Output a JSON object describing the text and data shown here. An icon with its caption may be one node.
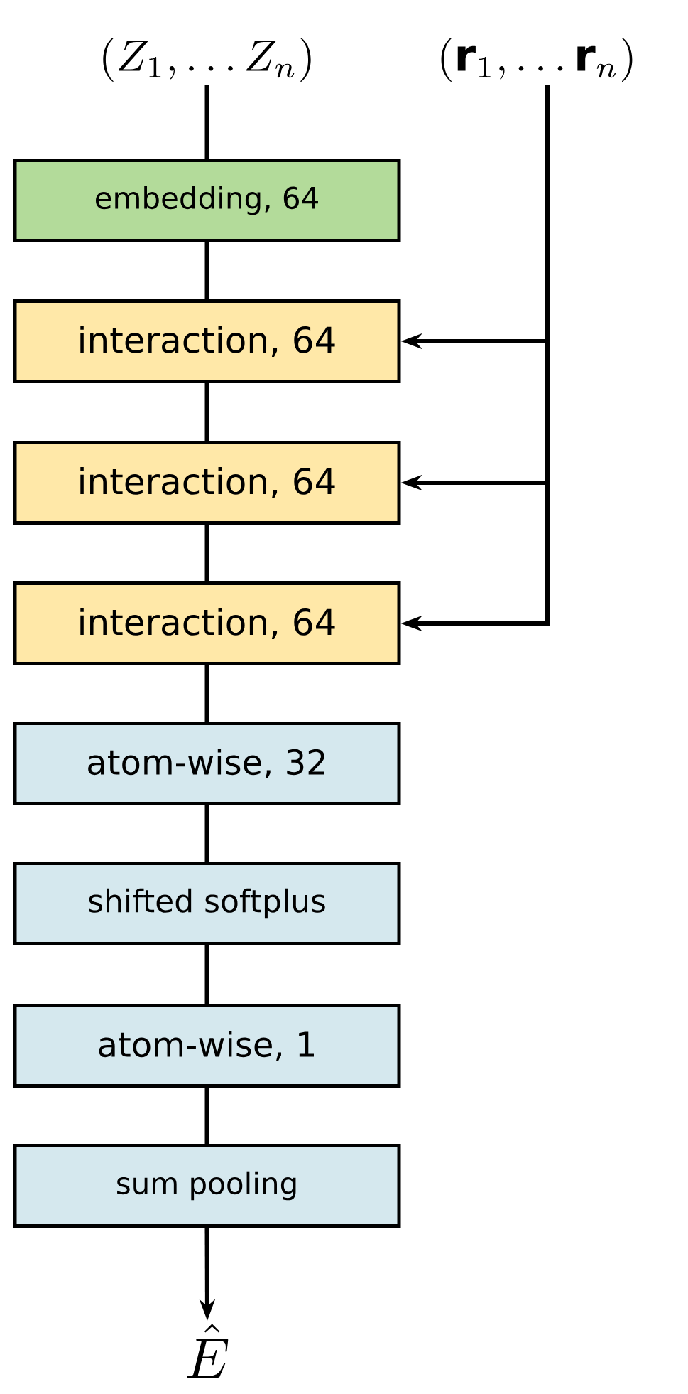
{
  "diagram": {
    "nodes": [
      {
        "text": [
          "(Z_1, \\ldots Z_n)"
        ]
      },
      {
        "text": [
          "(\\mathbf{r}_1, \\ldots \\mathbf{r}_n)"
        ]
      },
      {
        "text": [
          "embedding, 64"
        ]
      },
      {
        "text": [
          "interaction, 64"
        ]
      },
      {
        "text": [
          "interaction, 64"
        ]
      },
      {
        "text": [
          "interaction, 64"
        ]
      },
      {
        "text": [
          "atom-wise, 32"
        ]
      },
      {
        "text": [
          "shifted softplus"
        ]
      },
      {
        "text": [
          "atom-wise, 1"
        ]
      },
      {
        "text": [
          "sum pooling"
        ]
      },
      {
        "text": [
          "\\hat{E}"
        ]
      }
    ],
    "edges": [
      {
        "from": 0,
        "to": 2,
        "arrow": "none"
      },
      {
        "from": 2,
        "to": 3,
        "arrow": "none"
      },
      {
        "from": 3,
        "to": 4,
        "arrow": "none"
      },
      {
        "from": 4,
        "to": 5,
        "arrow": "none"
      },
      {
        "from": 5,
        "to": 6,
        "arrow": "none"
      },
      {
        "from": 6,
        "to": 7,
        "arrow": "none"
      },
      {
        "from": 7,
        "to": 8,
        "arrow": "none"
      },
      {
        "from": 8,
        "to": 9,
        "arrow": "none"
      },
      {
        "from": 9,
        "to": 10,
        "arrow": "to"
      },
      {
        "from": 1,
        "to": 3,
        "arrow": "to"
      },
      {
        "from": 1,
        "to": 4,
        "arrow": "to"
      },
      {
        "from": 1,
        "to": 5,
        "arrow": "to"
      }
    ]
  }
}
